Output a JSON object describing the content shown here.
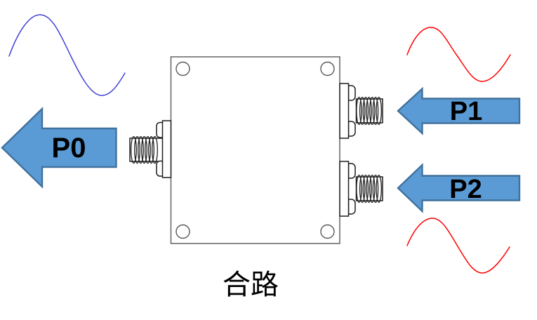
{
  "caption": "合路",
  "arrows": {
    "p0": {
      "label": "P0",
      "points_to": "left",
      "position": "left-of-box"
    },
    "p1": {
      "label": "P1",
      "points_to": "left",
      "position": "upper-right-of-box"
    },
    "p2": {
      "label": "P2",
      "points_to": "left",
      "position": "lower-right-of-box"
    }
  },
  "device": {
    "description": "rectangular combiner body, top view",
    "screw_holes": 4,
    "connectors": [
      "left port (P0)",
      "upper right port (P1)",
      "lower right port (P2)"
    ]
  },
  "waves": [
    {
      "name": "blue-sine-wave",
      "position": "top-left",
      "color_key": "wave_blue"
    },
    {
      "name": "red-sine-wave-top",
      "position": "top-right",
      "color_key": "wave_red"
    },
    {
      "name": "red-sine-wave-bottom",
      "position": "bottom-right",
      "color_key": "wave_red"
    }
  ],
  "colors": {
    "arrow_fill": "#5B9BD5",
    "arrow_border": "#41719C",
    "wave_blue": "#4444D8",
    "wave_red": "#FF0000",
    "outline_gray": "#595959",
    "connector_line": "#1F1F1F",
    "label_text": "#000000"
  }
}
